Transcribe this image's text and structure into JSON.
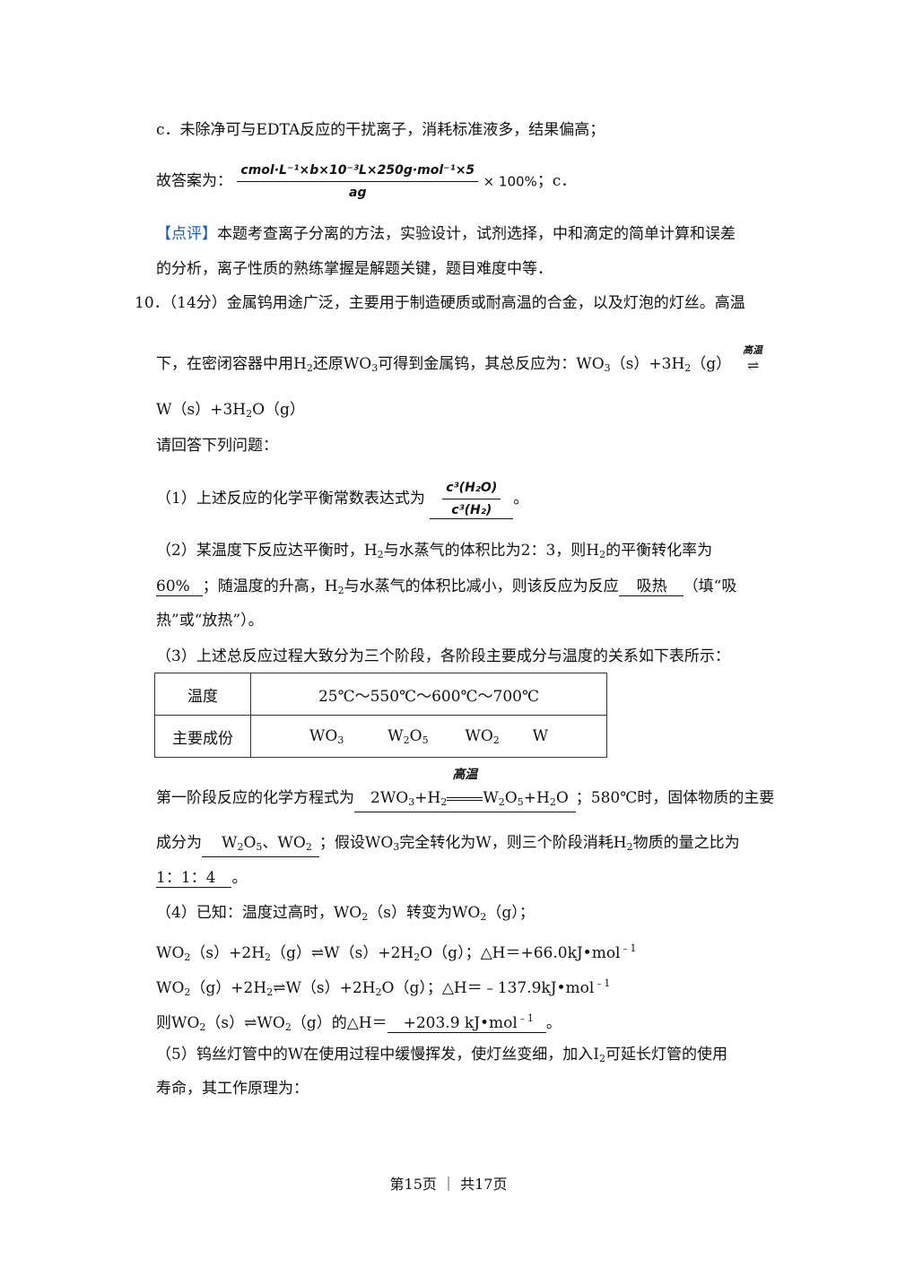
{
  "para_c": "c．未除净可与EDTA反应的干扰离子，消耗标准液多，结果偏高；",
  "answer_prefix": "故答案为：",
  "answer_numerator": "cmol·L⁻¹×b×10⁻³L×250g·mol⁻¹×5",
  "answer_denominator": "ag",
  "answer_suffix": "× 100%",
  "answer_end": "；c．",
  "comment_tag": "【点评】",
  "comment_line1": "本题考查离子分离的方法，实验设计，试剂选择，中和滴定的简单计算和误差",
  "comment_line2": "的分析，离子性质的熟练掌握是解题关键，题目难度中等．",
  "q10_line1": "10．（14分）金属钨用途广泛，主要用于制造硬质或耐高温的合金，以及灯泡的灯丝。高温",
  "q10_line2a": "下，在密闭容器中用H",
  "q10_line2b": "还原WO",
  "q10_line2c": "可得到金属钨，其总反应为：WO",
  "q10_line2d": "（s）+3H",
  "q10_line2e": "（g）",
  "cond_high_temp": "高温",
  "q10_line3": "W（s）+3H",
  "q10_line3b": "O（g）",
  "sub2": "2",
  "sub3": "3",
  "sub5": "5",
  "q10_line4": "请回答下列问题：",
  "q1_prefix": "（1）上述反应的化学平衡常数表达式为",
  "q1_num": "c³(H₂O)",
  "q1_den": "c³(H₂)",
  "q1_end": "。",
  "q2_line1a": "（2）某温度下反应达平衡时，H",
  "q2_line1b": "与水蒸气的体积比为2：3，则H",
  "q2_line1c": "的平衡转化率为",
  "q2_ans1": "60%",
  "q2_line2a": "；随温度的升高，H",
  "q2_line2b": "与水蒸气的体积比减小，则该反应为反应",
  "q2_ans2": "吸热",
  "q2_line2c": "（填“吸",
  "q2_line3": "热”或“放热”）。",
  "q3_line1": "（3）上述总反应过程大致分为三个阶段，各阶段主要成分与温度的关系如下表所示：",
  "table_h1": "温度",
  "table_h2": "主要成份",
  "table_temps": "25℃～550℃～600℃～700℃",
  "table_c1": "WO",
  "table_c2a": "W",
  "table_c2b": "O",
  "table_c3": "WO",
  "table_c4": "W",
  "q3_stage1a": "第一阶段反应的化学方程式为",
  "q3_eq_left": "2WO",
  "q3_eq_left2": "+H",
  "q3_eq_right": "W",
  "q3_eq_right2": "O",
  "q3_eq_right3": "+H",
  "q3_eq_right4": "O",
  "q3_stage1b": "；580℃时，固体物质的主要",
  "q3_line_b1": "成分为",
  "q3_ans_comp_a": "W",
  "q3_ans_comp_b": "O",
  "q3_ans_comp_c": "、WO",
  "q3_line_b2": "；假设WO",
  "q3_line_b3": "完全转化为W，则三个阶段消耗H",
  "q3_line_b4": "物质的量之比为",
  "q3_ratio": "1：1：4",
  "q3_ratio_end": "。",
  "q4_line1a": "（4）已知：温度过高时，WO",
  "q4_line1b": "（s）转变为WO",
  "q4_line1c": "（g）；",
  "q4_eq1a": "WO",
  "q4_eq1b": "（s）+2H",
  "q4_eq1c": "（g）⇌W（s）+2H",
  "q4_eq1d": "O（g）；△H＝+66.0kJ•mol",
  "q4_eq2a": "WO",
  "q4_eq2b": "（g）+2H",
  "q4_eq2c": "⇌W（s）+2H",
  "q4_eq2d": "O（g）；△H＝﹣137.9kJ•mol",
  "sup_neg1": "﹣1",
  "q4_line4a": "则WO",
  "q4_line4b": "（s）⇌WO",
  "q4_line4c": "（g）的△H＝",
  "q4_ans": "+203.9 kJ•mol",
  "q4_end": "。",
  "q5_line1a": "（5）钨丝灯管中的W在使用过程中缓慢挥发，使灯丝变细，加入I",
  "q5_line1b": "可延长灯管的使用",
  "q5_line2": "寿命，其工作原理为：",
  "footer": "第15页 ｜ 共17页"
}
